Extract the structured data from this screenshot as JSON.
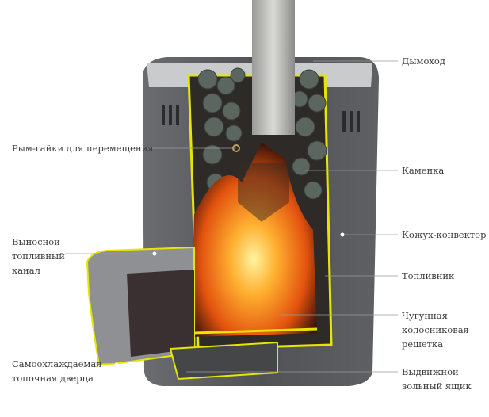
{
  "diagram": {
    "subject": "sauna-stove-cutaway",
    "colors": {
      "body": "#55575a",
      "outline": "#e6e600",
      "fire": "#f28a1a",
      "stones": "#5b6660",
      "leader": "#9a9a9a"
    },
    "labels": {
      "chimney": "Дымоход",
      "eyebolts": "Рым-гайки для перемещения",
      "stone_chamber": "Каменка",
      "fuel_channel": [
        "Выносной",
        "топливный",
        "канал"
      ],
      "convector_casing": "Кожух-конвектор",
      "firebox": "Топливник",
      "grate": [
        "Чугунная",
        "колосниковая",
        "решетка"
      ],
      "door": [
        "Самоохлаждаемая",
        "топочная дверца"
      ],
      "ash_drawer": [
        "Выдвижной",
        "зольный ящик"
      ]
    }
  }
}
